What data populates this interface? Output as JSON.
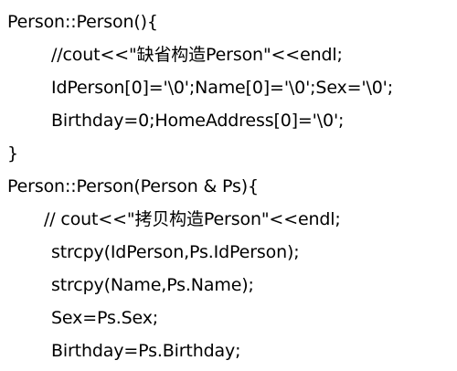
{
  "code": {
    "lines": [
      "Person::Person(){",
      "//cout<<\"缺省构造Person\"<<endl;",
      "IdPerson[0]='\\0';Name[0]='\\0';Sex='\\0';",
      "Birthday=0;HomeAddress[0]='\\0';",
      "}",
      "Person::Person(Person & Ps){",
      "// cout<<\"拷贝构造Person\"<<endl;",
      "strcpy(IdPerson,Ps.IdPerson);",
      "strcpy(Name,Ps.Name);",
      "Sex=Ps.Sex;",
      "Birthday=Ps.Birthday;"
    ]
  }
}
